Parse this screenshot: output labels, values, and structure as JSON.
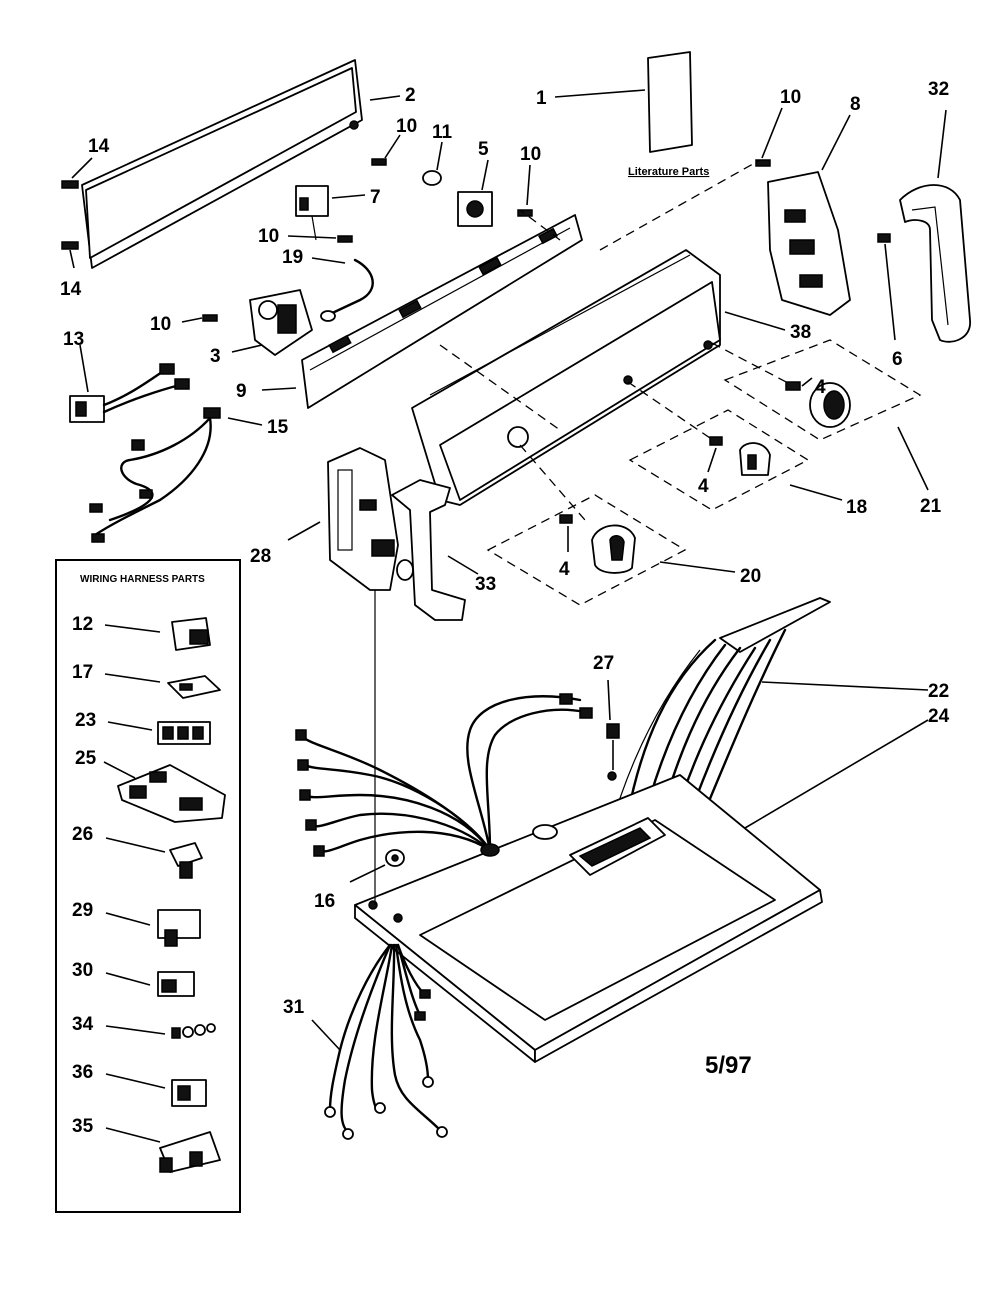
{
  "diagram": {
    "literature_label": "Literature Parts",
    "harness_box_title": "WIRING HARNESS PARTS",
    "date_code": "5/97",
    "callouts": {
      "c1": "1",
      "c2": "2",
      "c3": "3",
      "c4a": "4",
      "c4b": "4",
      "c4c": "4",
      "c5": "5",
      "c6": "6",
      "c7": "7",
      "c8": "8",
      "c9": "9",
      "c10a": "10",
      "c10b": "10",
      "c10c": "10",
      "c10d": "10",
      "c10e": "10",
      "c11": "11",
      "c13": "13",
      "c14a": "14",
      "c14b": "14",
      "c15": "15",
      "c16": "16",
      "c18": "18",
      "c19": "19",
      "c20": "20",
      "c21": "21",
      "c22": "22",
      "c24": "24",
      "c27": "27",
      "c28": "28",
      "c31": "31",
      "c32": "32",
      "c33": "33",
      "c38": "38"
    },
    "harness_parts": [
      "12",
      "17",
      "23",
      "25",
      "26",
      "29",
      "30",
      "34",
      "36",
      "35"
    ]
  }
}
